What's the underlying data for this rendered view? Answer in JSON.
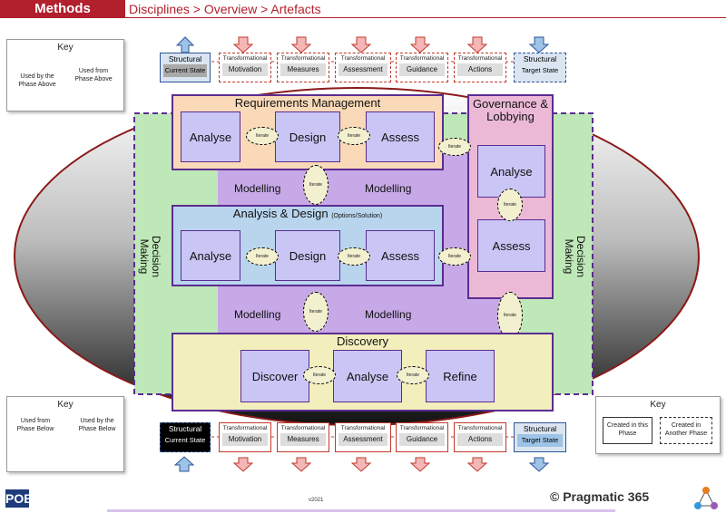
{
  "header": {
    "section": "Methods",
    "breadcrumb": "Disciplines > Overview > Artefacts"
  },
  "key_top": {
    "title": "Key",
    "left": "Used by the Phase Above",
    "right": "Used from Phase Above"
  },
  "key_bottom": {
    "title": "Key",
    "left": "Used from Phase Below",
    "right": "Used by the Phase Below"
  },
  "key_right": {
    "title": "Key",
    "solid": "Created in this Phase",
    "dashed": "Created in Another Phase"
  },
  "top_artefacts": {
    "structural_current": {
      "t1": "Structural",
      "t2": "Current State"
    },
    "items": [
      {
        "t1": "Transformational",
        "t2": "Motivation"
      },
      {
        "t1": "Transformational",
        "t2": "Measures"
      },
      {
        "t1": "Transformational",
        "t2": "Assessment"
      },
      {
        "t1": "Transformational",
        "t2": "Guidance"
      },
      {
        "t1": "Transformational",
        "t2": "Actions"
      }
    ],
    "structural_target": {
      "t1": "Structural",
      "t2": "Target State"
    }
  },
  "bottom_artefacts": {
    "structural_current": {
      "t1": "Structural",
      "t2": "Current State"
    },
    "items": [
      {
        "t1": "Transformational",
        "t2": "Motivation"
      },
      {
        "t1": "Transformational",
        "t2": "Measures"
      },
      {
        "t1": "Transformational",
        "t2": "Assessment"
      },
      {
        "t1": "Transformational",
        "t2": "Guidance"
      },
      {
        "t1": "Transformational",
        "t2": "Actions"
      }
    ],
    "structural_target": {
      "t1": "Structural",
      "t2": "Target State"
    }
  },
  "phases": {
    "requirements": {
      "title": "Requirements Management",
      "analyse": "Analyse",
      "design": "Design",
      "assess": "Assess"
    },
    "analysis_design": {
      "title": "Analysis & Design",
      "subtitle": "(Options/Solution)",
      "analyse": "Analyse",
      "design": "Design",
      "assess": "Assess"
    },
    "discovery": {
      "title": "Discovery",
      "discover": "Discover",
      "analyse": "Analyse",
      "refine": "Refine"
    },
    "governance": {
      "title": "Governance & Lobbying",
      "analyse": "Analyse",
      "assess": "Assess"
    }
  },
  "modelling": "Modelling",
  "iterate": "Iterate",
  "decision_making": "Decision Making",
  "footer": {
    "logo": "POET",
    "version": "v2021",
    "brand": "© Pragmatic 365"
  },
  "colors": {
    "brand_red": "#b21f2d",
    "phase_border": "#5b2c91",
    "inner_fill": "#c9c5f5"
  }
}
